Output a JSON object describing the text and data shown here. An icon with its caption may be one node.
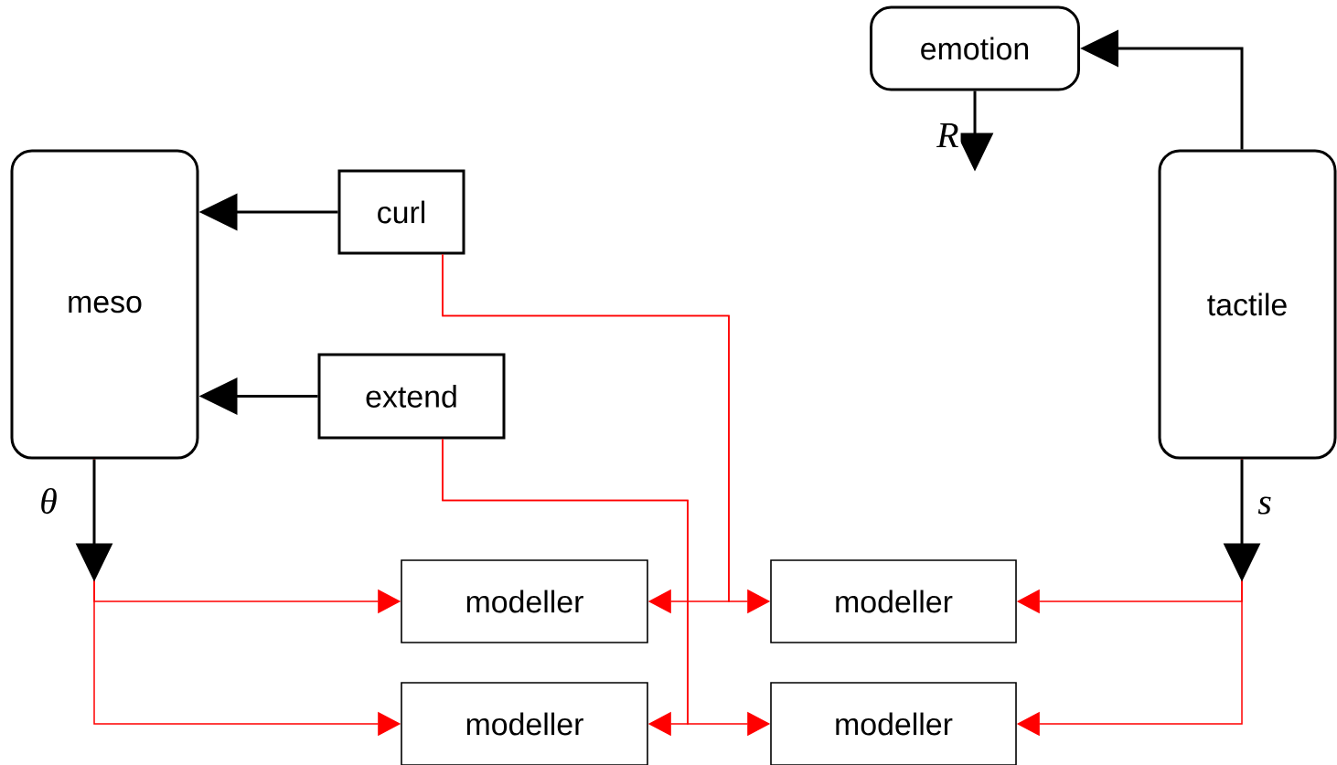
{
  "diagram": {
    "nodes": [
      {
        "text": [
          "emotion"
        ]
      },
      {
        "text": [
          "meso"
        ]
      },
      {
        "text": [
          "curl"
        ]
      },
      {
        "text": [
          "tactile"
        ]
      },
      {
        "text": [
          "extend"
        ]
      },
      {
        "text": [
          "modeller"
        ]
      },
      {
        "text": [
          "modeller"
        ]
      },
      {
        "text": [
          "modeller"
        ]
      },
      {
        "text": [
          "modeller"
        ]
      }
    ],
    "edges": [
      {
        "from": 3,
        "to": 0,
        "arrow": "to",
        "color": "#000000"
      },
      {
        "from": 0,
        "to": null,
        "arrow": "to",
        "label": "R",
        "color": "#000000"
      },
      {
        "from": 2,
        "to": 1,
        "arrow": "to",
        "color": "#000000"
      },
      {
        "from": 4,
        "to": 1,
        "arrow": "to",
        "color": "#000000"
      },
      {
        "from": 1,
        "to": null,
        "arrow": "to",
        "label": "θ",
        "color": "#000000"
      },
      {
        "from": 3,
        "to": null,
        "arrow": "to",
        "label": "s",
        "color": "#000000"
      },
      {
        "from": 1,
        "to": 5,
        "arrow": "to"
      },
      {
        "from": 1,
        "to": 7,
        "arrow": "to"
      },
      {
        "from": 2,
        "to": 5,
        "arrow": "to"
      },
      {
        "from": 2,
        "to": 6,
        "arrow": "to"
      },
      {
        "from": 4,
        "to": 7,
        "arrow": "to"
      },
      {
        "from": 4,
        "to": 8,
        "arrow": "to"
      },
      {
        "from": 3,
        "to": 6,
        "arrow": "to"
      },
      {
        "from": 3,
        "to": 8,
        "arrow": "to"
      }
    ]
  }
}
